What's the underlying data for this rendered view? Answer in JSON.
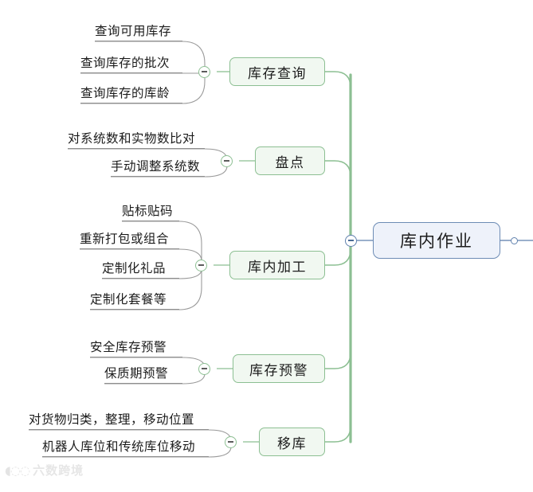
{
  "document": {
    "type": "mindmap",
    "background_color": "#ffffff",
    "root_fill": "#eef2fa",
    "root_stroke": "#6d8cb5",
    "branch_fill": "#f1f8f1",
    "branch_stroke": "#8cbf92",
    "leaf_underline_color": "#8e8e8e",
    "trunk_color": "#8cbf92",
    "root_wire_color": "#5f80ad"
  },
  "root": {
    "label": "库内作业",
    "toggle_label": "−",
    "end_handle_name": "right-expand-handle"
  },
  "branches": [
    {
      "label": "库存查询",
      "toggle_label": "−",
      "leaves": [
        {
          "label": "查询可用库存"
        },
        {
          "label": "查询库存的批次"
        },
        {
          "label": "查询库存的库龄"
        }
      ]
    },
    {
      "label": "盘点",
      "toggle_label": "−",
      "leaves": [
        {
          "label": "对系统数和实物数比对"
        },
        {
          "label": "手动调整系统数"
        }
      ]
    },
    {
      "label": "库内加工",
      "toggle_label": "−",
      "leaves": [
        {
          "label": "贴标贴码"
        },
        {
          "label": "重新打包或组合"
        },
        {
          "label": "定制化礼品"
        },
        {
          "label": "定制化套餐等"
        }
      ]
    },
    {
      "label": "库存预警",
      "toggle_label": "−",
      "leaves": [
        {
          "label": "安全库存预警"
        },
        {
          "label": "保质期预警"
        }
      ]
    },
    {
      "label": "移库",
      "toggle_label": "−",
      "leaves": [
        {
          "label": "对货物归类，整理，移动位置"
        },
        {
          "label": "机器人库位和传统库位移动"
        }
      ]
    }
  ],
  "watermark": {
    "mark": "◖◌◌",
    "text": "六数跨境"
  }
}
